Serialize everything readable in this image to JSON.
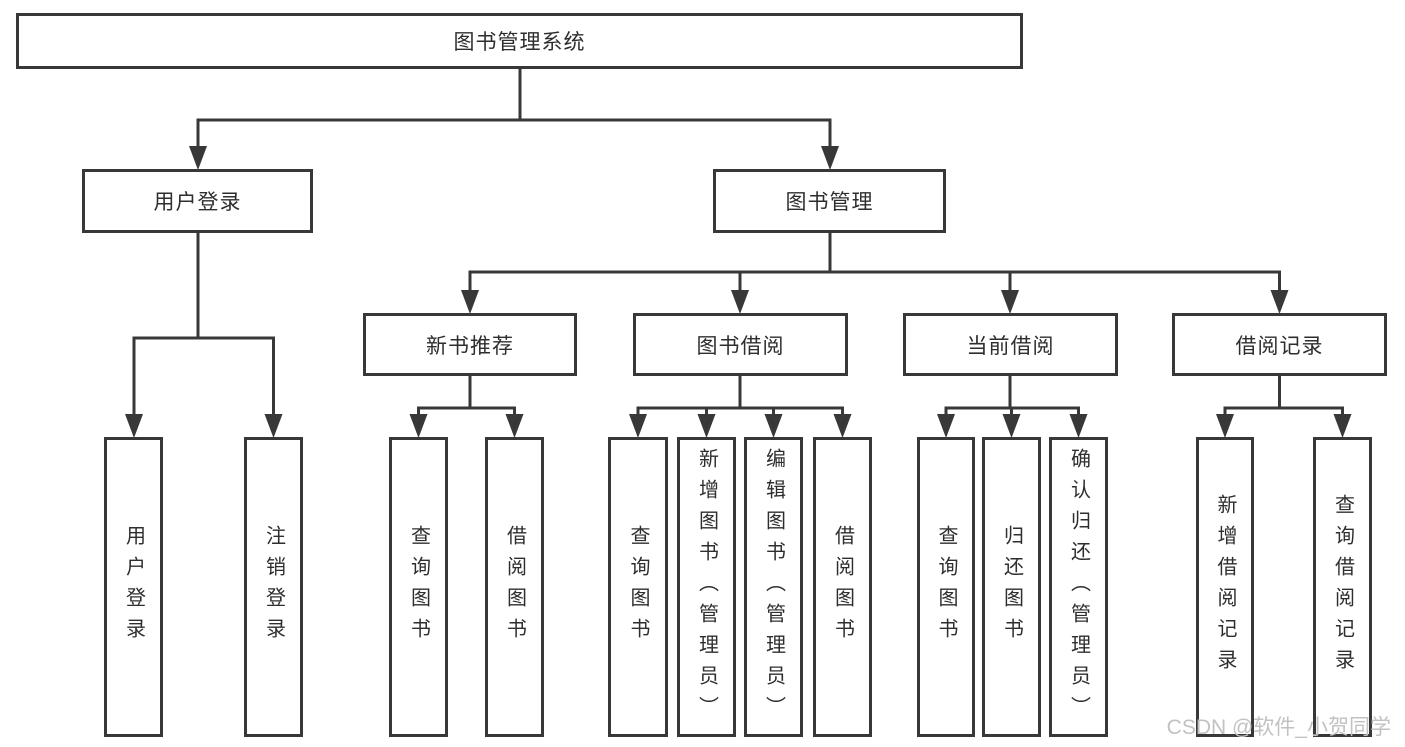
{
  "tree": {
    "root": {
      "label": "图书管理系统"
    },
    "branches": [
      {
        "label": "用户登录",
        "children": [
          {
            "label": "用户登录"
          },
          {
            "label": "注销登录"
          }
        ]
      },
      {
        "label": "图书管理",
        "groups": [
          {
            "label": "新书推荐",
            "children": [
              {
                "label": "查询图书"
              },
              {
                "label": "借阅图书"
              }
            ]
          },
          {
            "label": "图书借阅",
            "children": [
              {
                "label": "查询图书"
              },
              {
                "label": "新增图书（管理员）"
              },
              {
                "label": "编辑图书（管理员）"
              },
              {
                "label": "借阅图书"
              }
            ]
          },
          {
            "label": "当前借阅",
            "children": [
              {
                "label": "查询图书"
              },
              {
                "label": "归还图书"
              },
              {
                "label": "确认归还（管理员）"
              }
            ]
          },
          {
            "label": "借阅记录",
            "children": [
              {
                "label": "新增借阅记录"
              },
              {
                "label": "查询借阅记录"
              }
            ]
          }
        ]
      }
    ]
  },
  "watermark": {
    "text": "CSDN @软件_小贺同学"
  },
  "colors": {
    "line": "#383838",
    "text": "#2e2e2e",
    "box_fill": "#ffffff",
    "watermark": "#c2c2c2",
    "background": "#ffffff"
  }
}
